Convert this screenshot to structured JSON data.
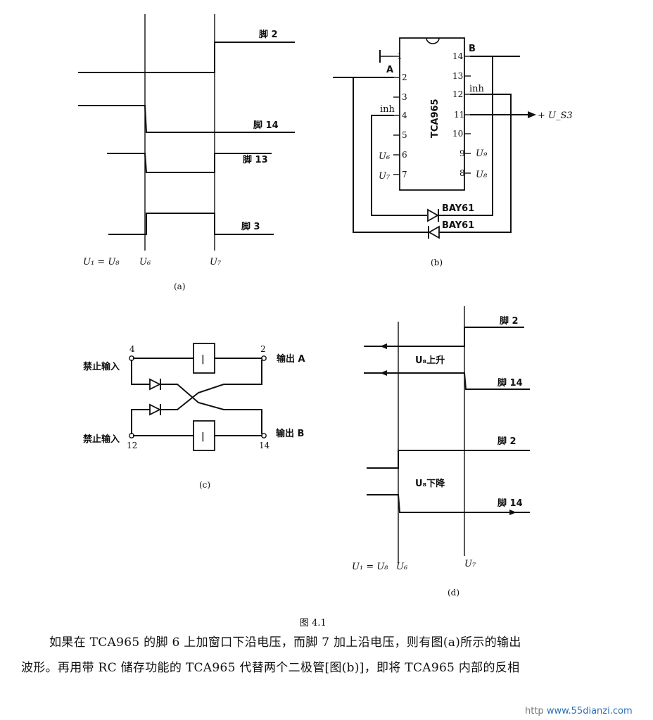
{
  "panel_a": {
    "pin2": "脚 2",
    "pin14": "脚 14",
    "pin13": "脚 13",
    "pin3": "脚 3",
    "u1_eq": "U₁ = U₈",
    "u6": "U₆",
    "u7": "U₇",
    "caption": "(a)"
  },
  "panel_b": {
    "chip": "TCA965",
    "pin_numbers_left": [
      "1",
      "2",
      "3",
      "4",
      "5",
      "6",
      "7"
    ],
    "pin_numbers_right": [
      "14",
      "13",
      "12",
      "11",
      "10",
      "9",
      "8"
    ],
    "label_A": "A",
    "label_B": "B",
    "inh_left": "inh",
    "inh_right": "inh",
    "u6": "U₆",
    "u7": "U₇",
    "u9": "U₉",
    "u8": "U₈",
    "uss": "+ U_S3",
    "diode1": "BAY61",
    "diode2": "BAY61",
    "caption": "(b)"
  },
  "panel_c": {
    "inhibit_top": "禁止输入",
    "inhibit_bottom": "禁止输入",
    "out_a": "输出 A",
    "out_b": "输出 B",
    "pin4": "4",
    "pin2": "2",
    "pin12": "12",
    "pin14": "14",
    "gate": "|",
    "caption": "(c)"
  },
  "panel_d": {
    "pin2_top": "脚 2",
    "rise": "U₈上升",
    "pin14_top": "脚 14",
    "pin2_bottom": "脚 2",
    "fall": "U₈下降",
    "pin14_bottom": "脚 14",
    "u1_eq": "U₁ = U₈",
    "u6": "U₆",
    "u7": "U₇",
    "caption": "(d)"
  },
  "figure_title": "图 4.1",
  "body_text": {
    "line1": "如果在 TCA965 的脚 6 上加窗口下沿电压，而脚 7 加上沿电压，则有图(a)所示的输出",
    "line2": "波形。再用带 RC 储存功能的 TCA965 代替两个二极管[图(b)]，即将 TCA965 内部的反相"
  },
  "watermark": {
    "prefix": "http",
    "url": "www.55dianzi.com"
  }
}
